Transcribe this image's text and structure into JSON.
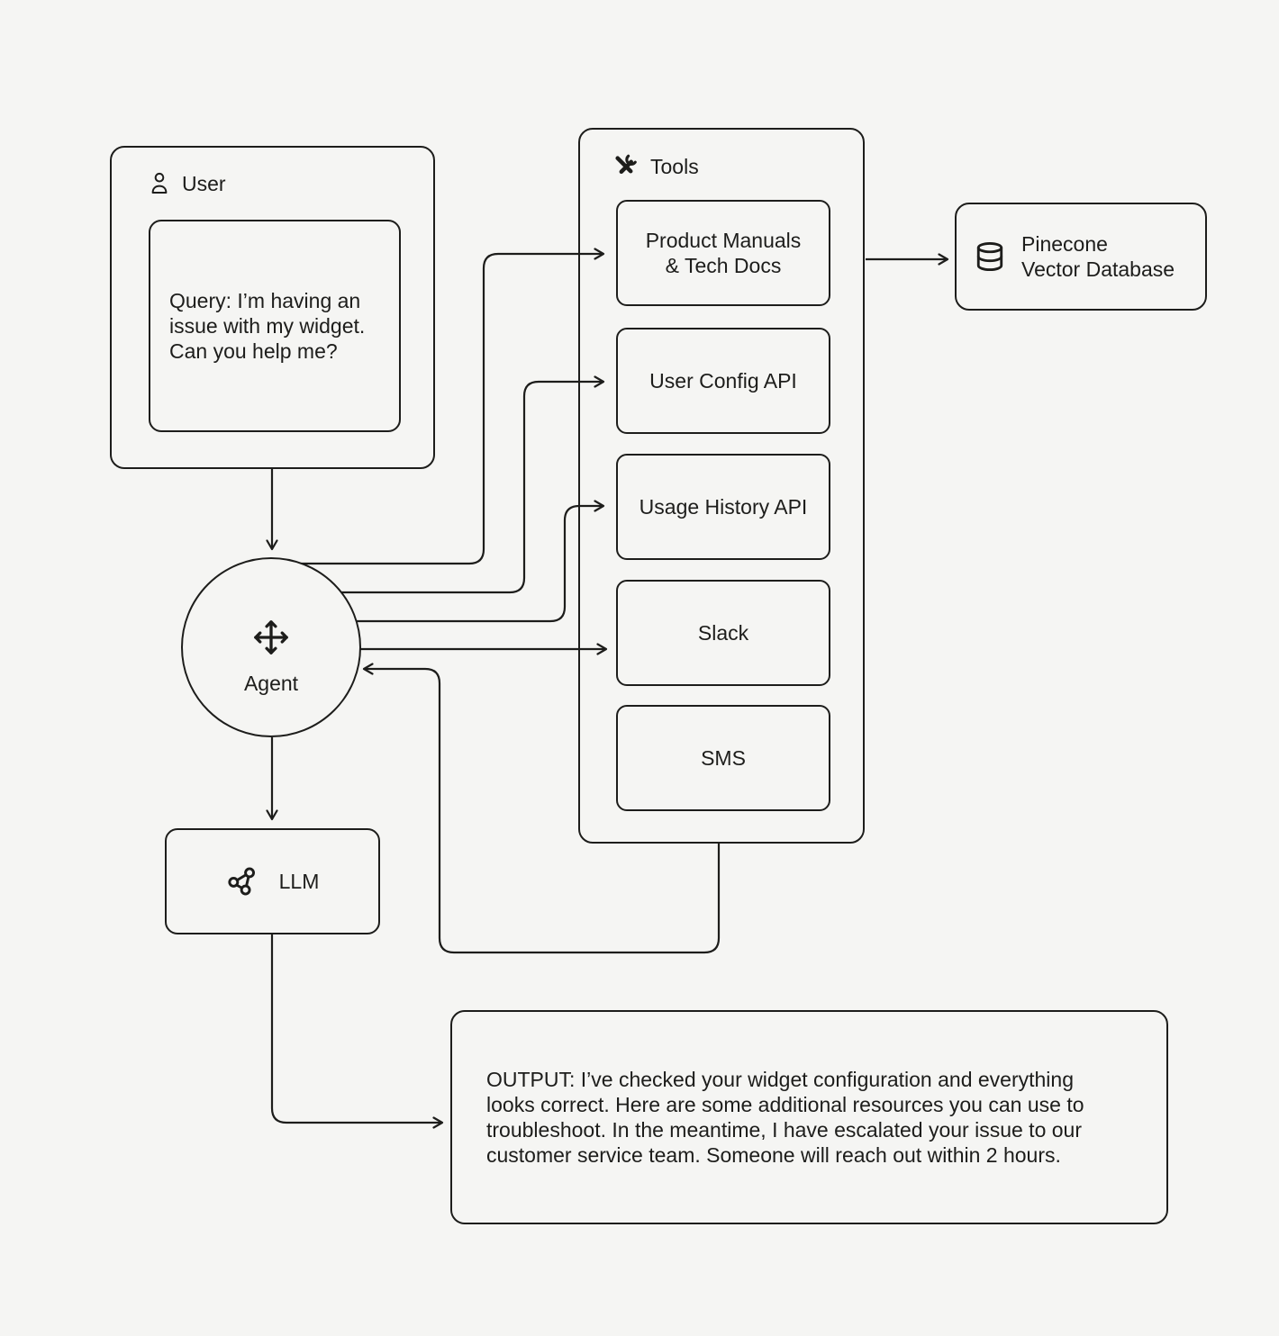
{
  "colors": {
    "background": "#f5f5f3",
    "line": "#1d1d1b",
    "text": "#1d1d1b"
  },
  "user": {
    "label": "User",
    "query": "Query: I’m having an issue with my widget. Can you help me?"
  },
  "agent": {
    "label": "Agent"
  },
  "tools": {
    "label": "Tools",
    "items": [
      {
        "lines": [
          "Product Manuals",
          "& Tech Docs"
        ]
      },
      {
        "lines": [
          "User Config API"
        ]
      },
      {
        "lines": [
          "Usage History API"
        ]
      },
      {
        "lines": [
          "Slack"
        ]
      },
      {
        "lines": [
          "SMS"
        ]
      }
    ]
  },
  "pinecone": {
    "lines": [
      "Pinecone",
      "Vector Database"
    ]
  },
  "llm": {
    "label": "LLM"
  },
  "output": {
    "text": "OUTPUT: I’ve checked your widget configuration and everything looks correct. Here are some additional resources you can use to troubleshoot. In the meantime, I have escalated your issue to our customer service team. Someone will reach out within 2 hours."
  }
}
